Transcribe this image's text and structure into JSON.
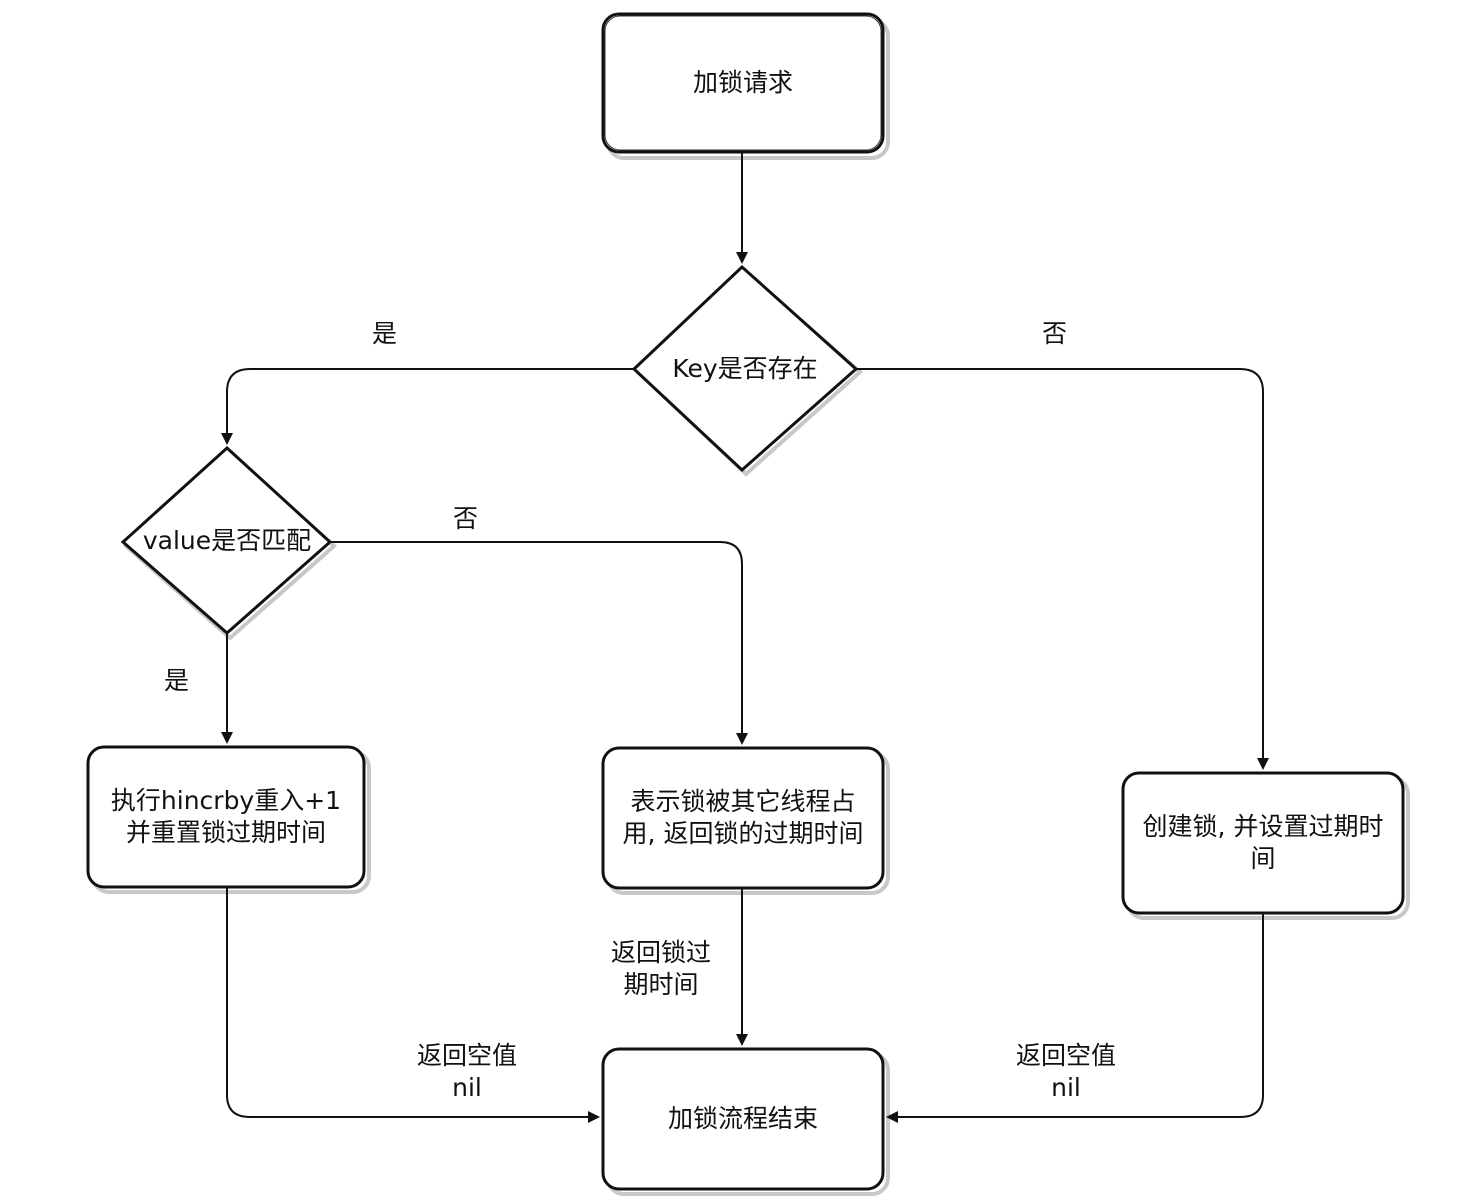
{
  "diagram": {
    "type": "flowchart",
    "nodes": {
      "start": "加锁请求",
      "key_exists": "Key是否存在",
      "value_match": "value是否匹配",
      "reentrant": "执行hincrby重入+1\n并重置锁过期时间",
      "occupied": "表示锁被其它线程占\n用, 返回锁的过期时间",
      "create": "创建锁, 并设置过期时\n间",
      "end": "加锁流程结束"
    },
    "edge_labels": {
      "key_yes": "是",
      "key_no": "否",
      "value_no": "否",
      "value_yes": "是",
      "return_expire": "返回锁过\n期时间",
      "return_nil_left": "返回空值\nnil",
      "return_nil_right": "返回空值\nnil"
    },
    "colors": {
      "stroke": "#111111",
      "shadow": "#bbbbbb",
      "fill": "#ffffff"
    }
  }
}
